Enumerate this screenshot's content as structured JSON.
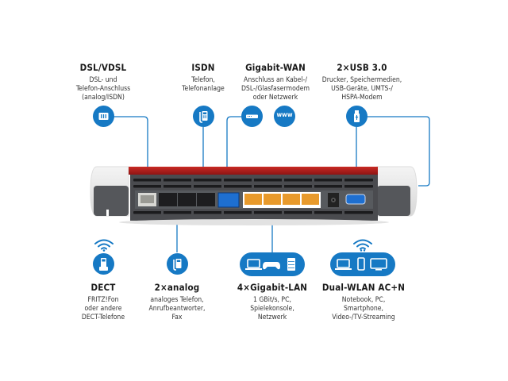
{
  "colors": {
    "accent": "#1679c4",
    "router_red": "#b81c1c",
    "router_body": "#4a4b4f",
    "lan_port": "#e89a2c",
    "wan_port": "#1e6fd0"
  },
  "top_features": [
    {
      "title": "DSL/VDSL",
      "desc": "DSL- und\nTelefon-Anschluss\n(analog/ISDN)",
      "icon": "dsl-port-icon"
    },
    {
      "title": "ISDN",
      "desc": "Telefon,\nTelefonanlage",
      "icon": "desk-phone-icon"
    },
    {
      "title": "Gigabit-WAN",
      "desc": "Anschluss an Kabel-/\nDSL-/Glasfasermodem\noder Netzwerk",
      "icon": "modem-icon",
      "icon2": "www-icon",
      "icon2_text": "www"
    },
    {
      "title": "2×USB 3.0",
      "desc": "Drucker, Speichermedien,\nUSB-Geräte, UMTS-/\nHSPA-Modem",
      "icon": "usb-stick-icon"
    }
  ],
  "bottom_features": [
    {
      "title": "DECT",
      "desc": "FRITZ!Fon\noder andere\nDECT-Telefone",
      "icon": "cordless-phone-icon"
    },
    {
      "title": "2×analog",
      "desc": "analoges Telefon,\nAnrufbeantworter,\nFax",
      "icon": "desk-phone-icon"
    },
    {
      "title": "4×Gigabit-LAN",
      "desc": "1 GBit/s, PC,\nSpielekonsole,\nNetzwerk",
      "icon": "laptop-gamepad-server-icons"
    },
    {
      "title": "Dual-WLAN AC+N",
      "desc": "Notebook, PC,\nSmartphone,\nVideo-/TV-Streaming",
      "icon": "laptop-phone-tv-icons"
    }
  ]
}
